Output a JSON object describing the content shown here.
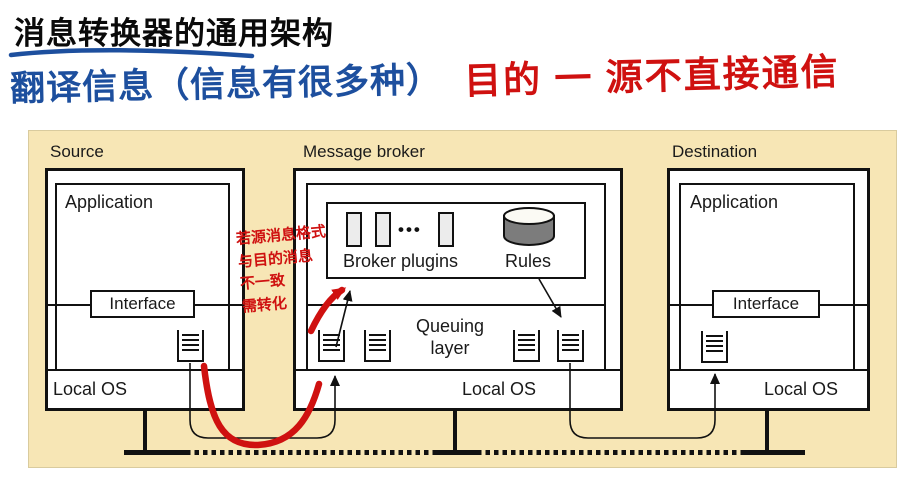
{
  "title": "消息转换器的通用架构",
  "notes": {
    "blue": "翻译信息（信息有很多种）",
    "red_top": "目的 一 源不直接通信",
    "red_side": [
      "若源消息格式",
      "与目的消息",
      "不一致",
      "需转化"
    ]
  },
  "nodes": {
    "source": {
      "label": "Source",
      "app": "Application",
      "interface": "Interface",
      "os": "Local OS"
    },
    "broker": {
      "label": "Message broker",
      "plugins": "Broker plugins",
      "rules": "Rules",
      "queuing": [
        "Queuing",
        "layer"
      ],
      "os": "Local OS",
      "ellipsis": "•••"
    },
    "destination": {
      "label": "Destination",
      "app": "Application",
      "interface": "Interface",
      "os": "Local OS"
    }
  },
  "colors": {
    "panel_bg": "#F7E6B5",
    "ink_red": "#CF1110",
    "ink_blue": "#1D4F9E",
    "line": "#111111",
    "plugin_fill": "#ECECEC",
    "cylinder_fill": "#7C7C7C"
  }
}
